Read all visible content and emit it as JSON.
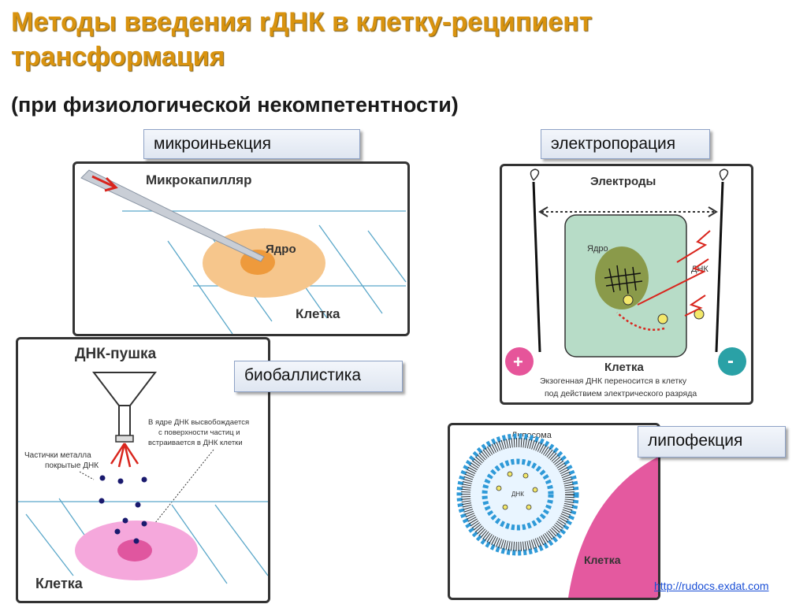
{
  "title_line1": "Методы введения rДНК в клетку-реципиент",
  "title_line2": "трансформация",
  "subtitle": "(при физиологической некомпетентности)",
  "labels": {
    "microinjection": "микроиньекция",
    "electroporation": "электропорация",
    "biolistics": "биобаллистика",
    "lipofection": "липофекция"
  },
  "microinjection_panel": {
    "capillary": "Микрокапилляр",
    "nucleus": "Ядро",
    "cell": "Клетка"
  },
  "gene_gun_panel": {
    "gun": "ДНК-пушка",
    "particles": [
      "Частички металла",
      "покрытые ДНК"
    ],
    "note": [
      "В ядре ДНК высвобождается",
      "с поверхности частиц и",
      "встраивается в ДНК клетки"
    ],
    "cell": "Клетка"
  },
  "electroporation_panel": {
    "electrodes": "Электроды",
    "nucleus": "Ядро",
    "dna": "ДНК",
    "plus": "+",
    "minus": "-",
    "cell": "Клетка",
    "caption": [
      "Экзогенная ДНК переносится в клетку",
      "под действием электрического разряда"
    ]
  },
  "lipofection_panel": {
    "liposome": "Липосома",
    "dna": "ДНК",
    "cell": "Клетка"
  },
  "source_link": "http://rudocs.exdat.com",
  "colors": {
    "title": "#d9930f",
    "cell_orange": "#f6c68c",
    "cell_pink": "#f5a8dc",
    "cell_green": "#b7dcc7",
    "lipid_blue": "#2f9ad8",
    "arrow_red": "#d9251d"
  }
}
